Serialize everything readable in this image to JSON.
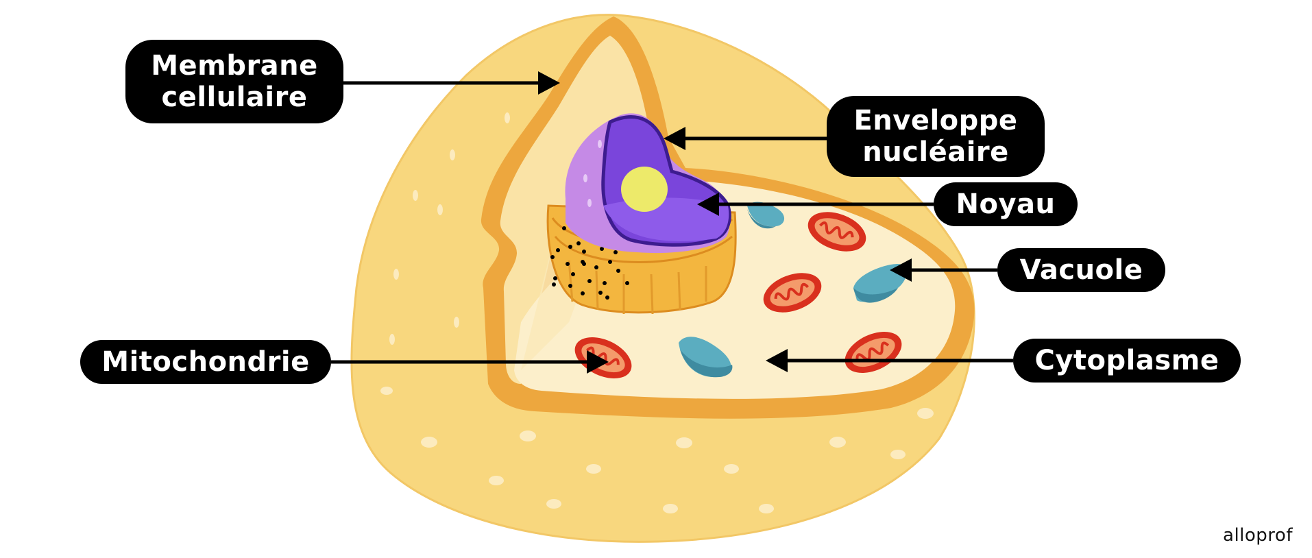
{
  "diagram": {
    "title": "Cellule animale",
    "labels": {
      "membrane": [
        "Membrane",
        "cellulaire"
      ],
      "enveloppe": [
        "Enveloppe",
        "nucléaire"
      ],
      "noyau": "Noyau",
      "vacuole": "Vacuole",
      "mitochondrie": "Mitochondrie",
      "cytoplasme": "Cytoplasme"
    },
    "brand": "alloprof",
    "colors": {
      "cell_outer": "#F8D77E",
      "cell_rim": "#EDA73E",
      "cytoplasm": "#FCEFCB",
      "inner_wall": "#FAE3A6",
      "nucleus_light": "#C58AE6",
      "nucleus_dark": "#7A45DB",
      "nucleus_outline": "#3D1C8F",
      "nucleolus": "#EDEA6A",
      "er": "#F3B63F",
      "mitochondria": "#D9301E",
      "mito_inner": "#F49B6B",
      "vacuole": "#5BADC0",
      "vacuole_dark": "#3F8BA0",
      "label_bg": "#000000",
      "label_text": "#FFFFFF"
    }
  }
}
